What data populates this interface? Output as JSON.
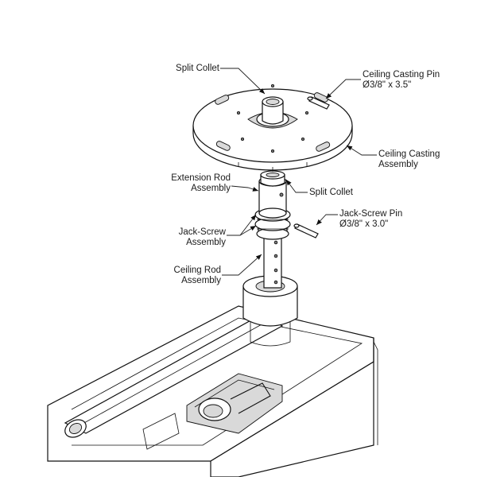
{
  "callouts": {
    "split_collet_top": {
      "lines": [
        "Split Collet"
      ]
    },
    "ceiling_casting_pin": {
      "lines": [
        "Ceiling Casting Pin",
        "Ø3/8\" x 3.5\""
      ]
    },
    "ceiling_casting_assembly": {
      "lines": [
        "Ceiling Casting",
        "Assembly"
      ]
    },
    "extension_rod_assembly": {
      "lines": [
        "Extension Rod",
        "Assembly"
      ]
    },
    "split_collet_lower": {
      "lines": [
        "Split Collet"
      ]
    },
    "jack_screw_pin": {
      "lines": [
        "Jack-Screw Pin",
        "Ø3/8\" x 3.0\""
      ]
    },
    "jack_screw_assembly": {
      "lines": [
        "Jack-Screw",
        "Assembly"
      ]
    },
    "ceiling_rod_assembly": {
      "lines": [
        "Ceiling Rod",
        "Assembly"
      ]
    }
  },
  "colors": {
    "line": "#111111",
    "shade": "#d9d9d9",
    "background": "#ffffff"
  }
}
